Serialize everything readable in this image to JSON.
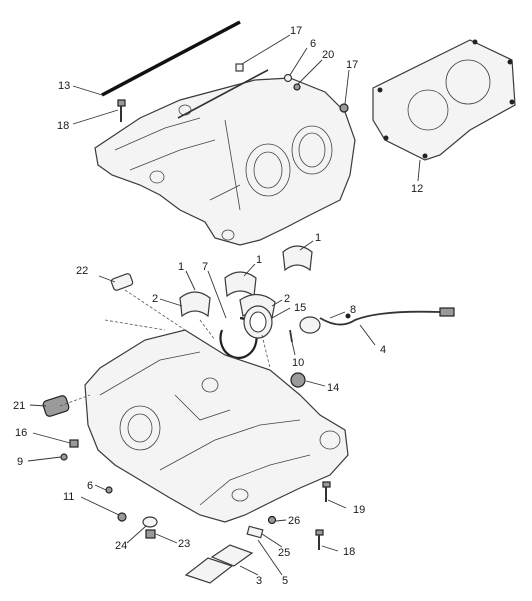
{
  "callouts": [
    {
      "id": "c13",
      "text": "13"
    },
    {
      "id": "c18a",
      "text": "18"
    },
    {
      "id": "c17a",
      "text": "17"
    },
    {
      "id": "c6a",
      "text": "6"
    },
    {
      "id": "c20",
      "text": "20"
    },
    {
      "id": "c17b",
      "text": "17"
    },
    {
      "id": "c12",
      "text": "12"
    },
    {
      "id": "c1a",
      "text": "1"
    },
    {
      "id": "c22",
      "text": "22"
    },
    {
      "id": "c1b",
      "text": "1"
    },
    {
      "id": "c7",
      "text": "7"
    },
    {
      "id": "c1c",
      "text": "1"
    },
    {
      "id": "c2a",
      "text": "2"
    },
    {
      "id": "c2b",
      "text": "2"
    },
    {
      "id": "c15",
      "text": "15"
    },
    {
      "id": "c8",
      "text": "8"
    },
    {
      "id": "c10",
      "text": "10"
    },
    {
      "id": "c4",
      "text": "4"
    },
    {
      "id": "c14",
      "text": "14"
    },
    {
      "id": "c21",
      "text": "21"
    },
    {
      "id": "c16",
      "text": "16"
    },
    {
      "id": "c9",
      "text": "9"
    },
    {
      "id": "c6b",
      "text": "6"
    },
    {
      "id": "c11",
      "text": "11"
    },
    {
      "id": "c19",
      "text": "19"
    },
    {
      "id": "c26",
      "text": "26"
    },
    {
      "id": "c24",
      "text": "24"
    },
    {
      "id": "c23",
      "text": "23"
    },
    {
      "id": "c25",
      "text": "25"
    },
    {
      "id": "c18b",
      "text": "18"
    },
    {
      "id": "c3",
      "text": "3"
    },
    {
      "id": "c5",
      "text": "5"
    }
  ]
}
